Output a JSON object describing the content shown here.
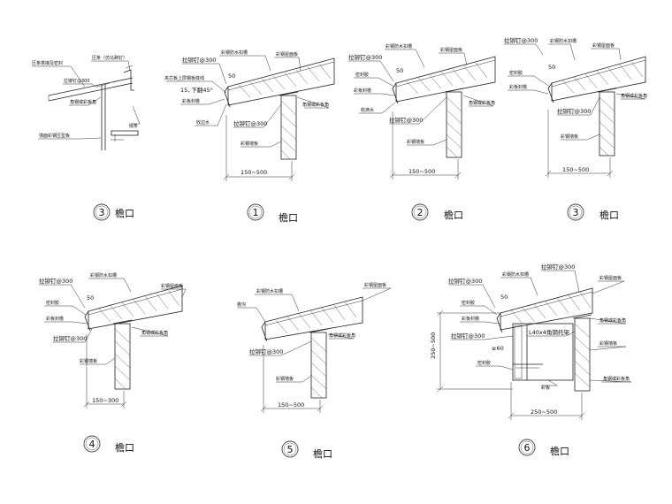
{
  "details": [
    {
      "id": "d3a",
      "number": "3",
      "caption": "檐口",
      "labels": [
        "压条（仿马蹄钉）",
        "压条搭接及密封",
        "拉铆钉@300",
        "角钢或彩板角",
        "檩条",
        "墙面彩钢压型板"
      ]
    },
    {
      "id": "d1",
      "number": "1",
      "caption": "檐口",
      "labels": [
        "彩钢防水扣槽",
        "彩钢屋面板",
        "拉铆钉@300",
        "50",
        "夹芯板上层钢板底线",
        "15, 下翻45°",
        "彩板封檐",
        "拉铆钉@300",
        "角钢或彩板角",
        "收边水",
        "彩钢墙板",
        "150~500"
      ]
    },
    {
      "id": "d2",
      "number": "2",
      "caption": "檐口",
      "labels": [
        "彩钢防水扣槽",
        "彩钢屋面板",
        "拉铆钉@300",
        "50",
        "密封胶",
        "彩板封檐",
        "收滴水",
        "拉铆钉@300",
        "角钢或彩板角",
        "彩钢墙板",
        "150~500"
      ]
    },
    {
      "id": "d3b",
      "number": "3",
      "caption": "檐口",
      "labels": [
        "拉铆钉@300",
        "彩钢防水扣槽",
        "彩钢屋面板",
        "50",
        "密封胶",
        "彩板封檐",
        "拉铆钉@300",
        "角钢或彩板角",
        "彩钢墙板",
        "150~500"
      ]
    },
    {
      "id": "d4",
      "number": "4",
      "caption": "檐口",
      "labels": [
        "拉铆钉@300",
        "彩钢防水扣槽",
        "彩钢屋面板",
        "50",
        "密封胶",
        "彩板封檐",
        "拉铆钉@300",
        "角钢或彩板角",
        "彩钢墙板",
        "150~300"
      ]
    },
    {
      "id": "d5",
      "number": "5",
      "caption": "檐口",
      "labels": [
        "彩钢防水扣槽",
        "彩钢屋面板",
        "檐沟",
        "拉铆钉@300",
        "角钢或彩板角",
        "彩钢墙板",
        "150~500"
      ]
    },
    {
      "id": "d6",
      "number": "6",
      "caption": "檐口",
      "labels": [
        "拉铆钉@300",
        "拉铆钉@300",
        "彩钢防水扣槽",
        "彩钢屋面板",
        "50",
        "密封胶",
        "彩板封檐",
        "L40x4角钢托架",
        "拉铆钉@300",
        "角钢或彩板角",
        "≥60",
        "彩钢墙板",
        "密封胶",
        "彩板",
        "角钢或彩板角",
        "250~500",
        "250~500"
      ]
    }
  ]
}
